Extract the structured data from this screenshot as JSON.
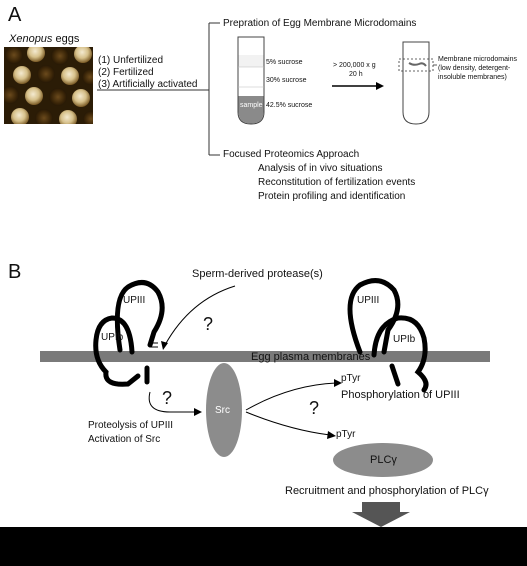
{
  "panel_a": {
    "label": "A",
    "eggs_caption_italic": "Xenopus",
    "eggs_caption_rest": " eggs",
    "conditions": [
      "(1) Unfertilized",
      "(2) Fertilized",
      "(3) Artificially activated"
    ],
    "prep_title": "Prepration of Egg Membrane Microdomains",
    "gradient": {
      "top": "5% sucrose",
      "mid": "30% sucrose",
      "sample": "sample",
      "bottom": "42.5% sucrose"
    },
    "centrifuge": {
      "speed": "> 200,000 x g",
      "time": "20 h"
    },
    "microdomain_label": [
      "Membrane microdomains",
      "(low density, detergent-",
      "insoluble membranes)"
    ],
    "proteomics_title": "Focused Proteomics Approach",
    "proteomics_items": [
      "Analysis of in vivo situations",
      "Reconstitution of fertilization events",
      "Protein profiling and identification"
    ]
  },
  "panel_b": {
    "label": "B",
    "protease": "Sperm-derived protease(s)",
    "upiii_left": "UPIII",
    "upib_left": "UPIb",
    "upiii_right": "UPIII",
    "upib_right": "UPIb",
    "membrane": "Egg plasma membranes",
    "question": "?",
    "src": "Src",
    "ptyr": "pTyr",
    "phosphorylation": "Phosphorylation of UPIII",
    "proteolysis": [
      "Proteolysis of UPIII",
      "Activation of Src"
    ],
    "plc": "PLCγ",
    "recruitment": "Recruitment and phosphorylation of PLCγ"
  }
}
